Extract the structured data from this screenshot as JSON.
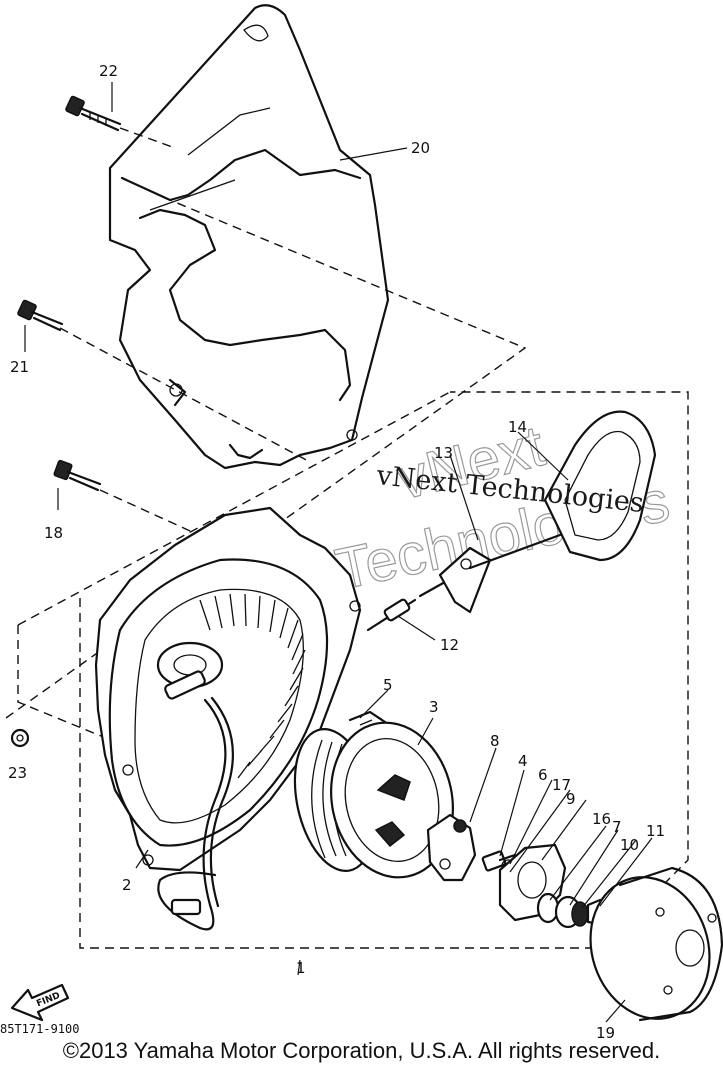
{
  "diagram": {
    "callouts": [
      "22",
      "20",
      "21",
      "18",
      "14",
      "13",
      "12",
      "23",
      "5",
      "3",
      "8",
      "4",
      "6",
      "17",
      "9",
      "16",
      "7",
      "10",
      "11",
      "2",
      "1",
      "19"
    ],
    "part_code": "85T171-9100",
    "find_icon": "FIND",
    "watermark": {
      "line1": "vNext Technologies",
      "line2": "vNext",
      "line3": "Technologies"
    },
    "copyright": "©2013 Yamaha Motor Corporation, U.S.A. All rights reserved."
  }
}
